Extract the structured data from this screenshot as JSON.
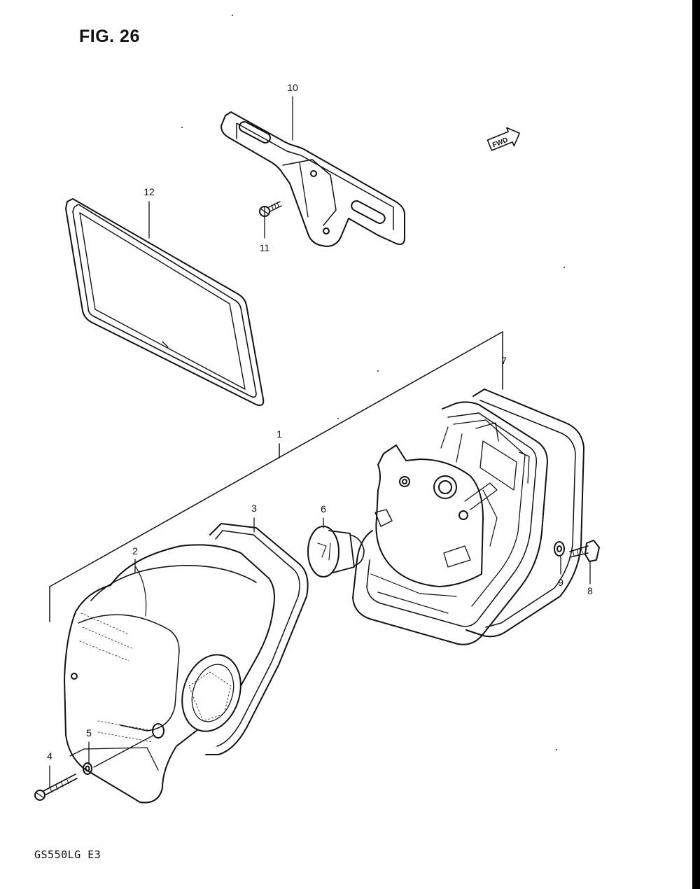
{
  "figure": {
    "title": "FIG. 26",
    "model_code": "GS550LG  E3",
    "direction_tag": "FWD"
  },
  "callouts": [
    "1",
    "2",
    "3",
    "4",
    "5",
    "6",
    "7",
    "8",
    "9",
    "10",
    "11",
    "12"
  ],
  "parts": [
    {
      "ref": "1",
      "icon": "tail-lamp-assembly-icon"
    },
    {
      "ref": "2",
      "icon": "lens-icon"
    },
    {
      "ref": "3",
      "icon": "lens-gasket-icon"
    },
    {
      "ref": "4",
      "icon": "screw-icon"
    },
    {
      "ref": "5",
      "icon": "washer-icon"
    },
    {
      "ref": "6",
      "icon": "bulb-icon"
    },
    {
      "ref": "7",
      "icon": "housing-gasket-icon"
    },
    {
      "ref": "8",
      "icon": "bolt-icon"
    },
    {
      "ref": "9",
      "icon": "washer-icon"
    },
    {
      "ref": "10",
      "icon": "license-bracket-icon"
    },
    {
      "ref": "11",
      "icon": "screw-icon"
    },
    {
      "ref": "12",
      "icon": "plate-frame-icon"
    }
  ],
  "colors": {
    "ink": "#111111",
    "paper": "#ffffff",
    "edge": "#000000"
  }
}
